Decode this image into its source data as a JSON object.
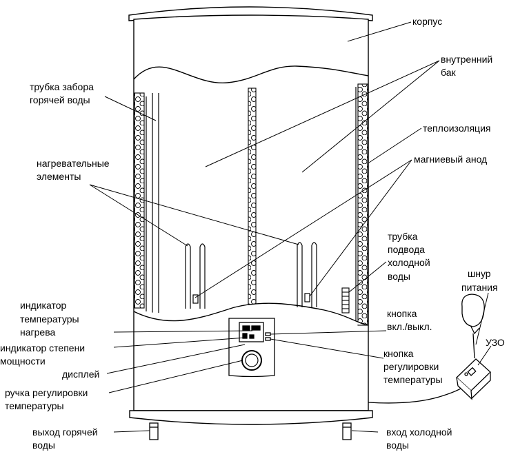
{
  "labels": {
    "korpus": "корпус",
    "vnutr_bak_1": "внутренний",
    "vnutr_bak_2": "бак",
    "teploizol": "теплоизоляция",
    "magn_anod": "магниевый анод",
    "trubka_podvoda_1": "трубка",
    "trubka_podvoda_2": "подвода",
    "trubka_podvoda_3": "холодной",
    "trubka_podvoda_4": "воды",
    "shnur_1": "шнур",
    "shnur_2": "питания",
    "uzo": "УЗО",
    "knopka_vkl_1": "кнопка",
    "knopka_vkl_2": "вкл./выкл.",
    "knopka_reg_1": "кнопка",
    "knopka_reg_2": "регулировки",
    "knopka_reg_3": "температуры",
    "vhod_hol_1": "вход холодной",
    "vhod_hol_2": "воды",
    "trubka_zabora_1": "трубка забора",
    "trubka_zabora_2": "горячей воды",
    "nagrev_elem_1": "нагревательные",
    "nagrev_elem_2": "элементы",
    "ind_temp_1": "индикатор",
    "ind_temp_2": "температуры",
    "ind_temp_3": "нагрева",
    "ind_step_1": "индикатор степени",
    "ind_step_2": "мощности",
    "displey": "дисплей",
    "ruchka_1": "ручка регулировки",
    "ruchka_2": "температуры",
    "vyhod_gor_1": "выход горячей",
    "vyhod_gor_2": "воды"
  },
  "colors": {
    "line": "#000000",
    "fill": "#ffffff"
  }
}
